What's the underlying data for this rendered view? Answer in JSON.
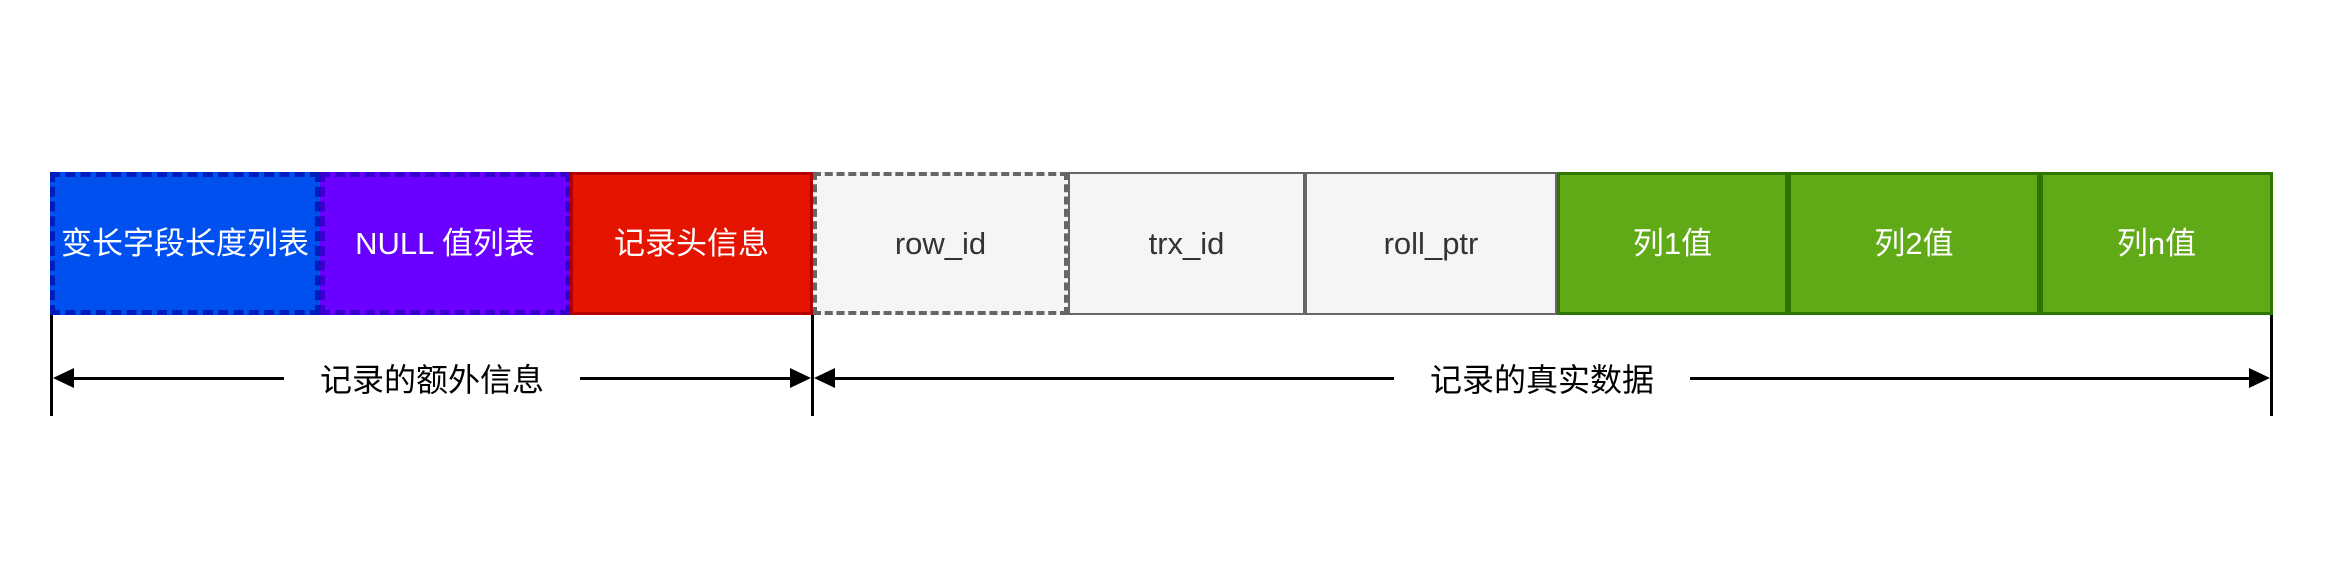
{
  "page": {
    "background": "#ffffff"
  },
  "diagram": {
    "boxes": [
      {
        "label": "变长字段长度列表",
        "fill": "#0050EF",
        "border": "#001DBC",
        "text": "#FFFFFF",
        "border_style": "dashed"
      },
      {
        "label": "NULL 值列表",
        "fill": "#6A00FF",
        "border": "#3700CC",
        "text": "#FFFFFF",
        "border_style": "dashed"
      },
      {
        "label": "记录头信息",
        "fill": "#E51400",
        "border": "#B20000",
        "text": "#FFFFFF",
        "border_style": "solid"
      },
      {
        "label": "row_id",
        "fill": "#F5F5F5",
        "border": "#666666",
        "text": "#333333",
        "border_style": "dashed"
      },
      {
        "label": "trx_id",
        "fill": "#F5F5F5",
        "border": "#666666",
        "text": "#333333",
        "border_style": "solid"
      },
      {
        "label": "roll_ptr",
        "fill": "#F5F5F5",
        "border": "#666666",
        "text": "#333333",
        "border_style": "solid"
      },
      {
        "label": "列1值",
        "fill": "#60A917",
        "border": "#2D7600",
        "text": "#FFFFFF",
        "border_style": "solid"
      },
      {
        "label": "列2值",
        "fill": "#60A917",
        "border": "#2D7600",
        "text": "#FFFFFF",
        "border_style": "solid"
      },
      {
        "label": "列n值",
        "fill": "#60A917",
        "border": "#2D7600",
        "text": "#FFFFFF",
        "border_style": "solid"
      }
    ],
    "spans": [
      {
        "label": "记录的额外信息"
      },
      {
        "label": "记录的真实数据"
      }
    ],
    "arrow_color": "#000000"
  }
}
